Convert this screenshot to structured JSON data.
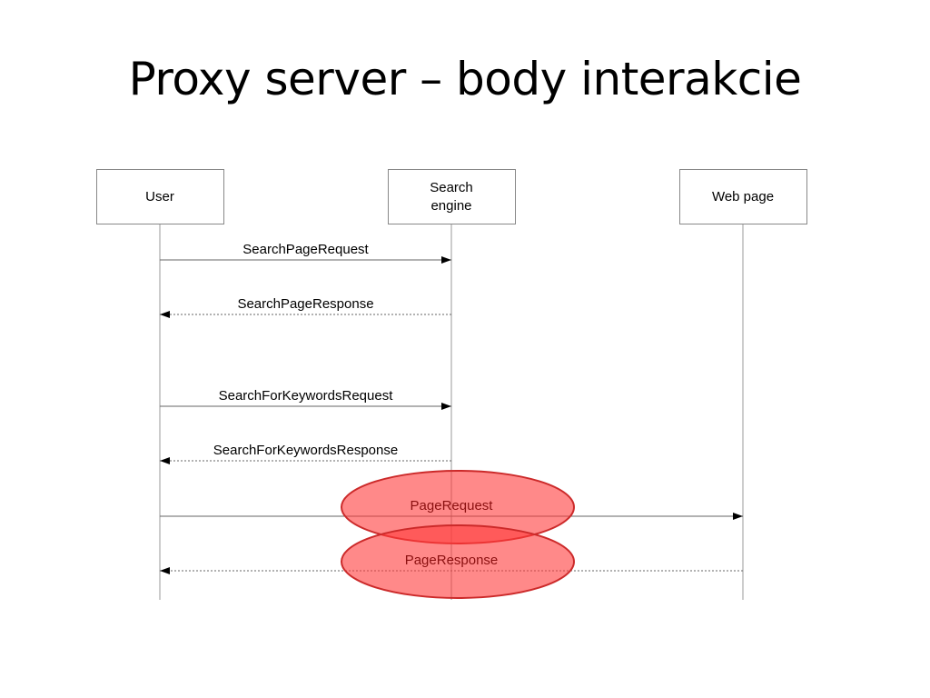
{
  "title": "Proxy server – body interakcie",
  "colors": {
    "lifeline": "#999999",
    "box_border": "#888888",
    "arrow": "#666666",
    "highlight_fill": "#ff3b3b",
    "highlight_stroke": "#cc2a2a"
  },
  "participants": [
    {
      "id": "user",
      "lines": [
        "User"
      ]
    },
    {
      "id": "search-engine",
      "lines": [
        "Search",
        "engine"
      ]
    },
    {
      "id": "web-page",
      "lines": [
        "Web page"
      ]
    }
  ],
  "messages": [
    {
      "label": "SearchPageRequest",
      "from": "user",
      "to": "search-engine",
      "style": "solid",
      "highlighted": false
    },
    {
      "label": "SearchPageResponse",
      "from": "search-engine",
      "to": "user",
      "style": "dashed",
      "highlighted": false
    },
    {
      "label": "SearchForKeywordsRequest",
      "from": "user",
      "to": "search-engine",
      "style": "solid",
      "highlighted": false
    },
    {
      "label": "SearchForKeywordsResponse",
      "from": "search-engine",
      "to": "user",
      "style": "dashed",
      "highlighted": false
    },
    {
      "label": "PageRequest",
      "from": "user",
      "to": "web-page",
      "style": "solid",
      "highlighted": true
    },
    {
      "label": "PageResponse",
      "from": "web-page",
      "to": "user",
      "style": "dashed",
      "highlighted": true
    }
  ]
}
